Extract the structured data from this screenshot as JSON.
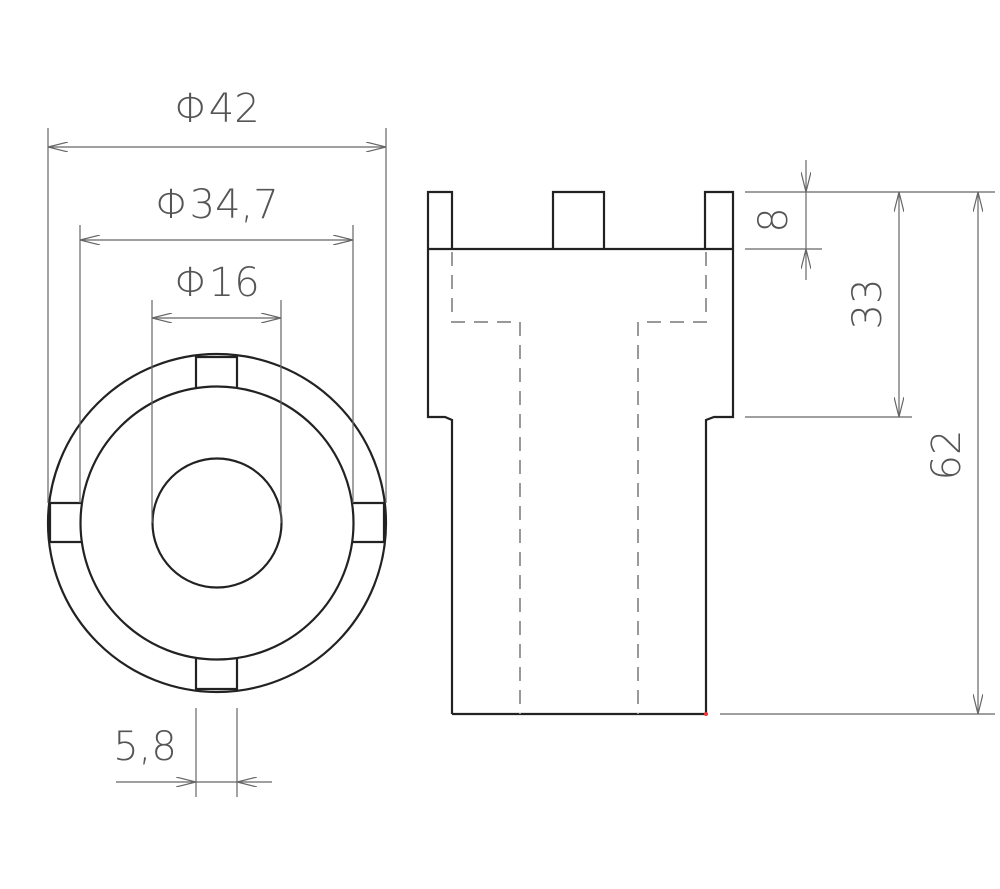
{
  "drawing": {
    "front_view": {
      "dim_outer_diameter": "Φ42",
      "dim_inner_diameter": "Φ34,7",
      "dim_bore_diameter": "Φ16",
      "dim_slot_width": "5,8"
    },
    "side_view": {
      "dim_lug_height": "8",
      "dim_counterbore_depth": "33",
      "dim_total_length": "62"
    }
  }
}
